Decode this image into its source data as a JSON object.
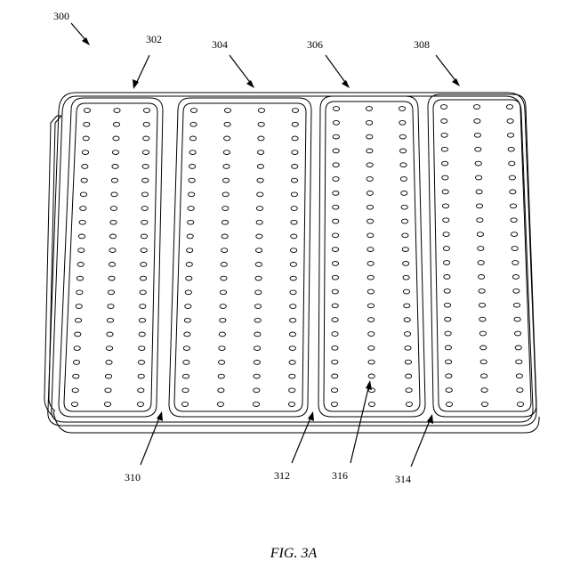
{
  "figure": {
    "caption": "FIG. 3A",
    "labels": {
      "device": "300",
      "segment_1": "302",
      "segment_2": "304",
      "segment_3": "306",
      "segment_4": "308",
      "fold_1": "310",
      "fold_2": "312",
      "fold_3": "314",
      "feature": "316"
    },
    "segments": [
      {
        "ref": "302",
        "columns": 3,
        "rows": 22
      },
      {
        "ref": "304",
        "columns": 4,
        "rows": 22
      },
      {
        "ref": "306",
        "columns": 3,
        "rows": 22
      },
      {
        "ref": "308",
        "columns": 3,
        "rows": 22
      }
    ]
  }
}
